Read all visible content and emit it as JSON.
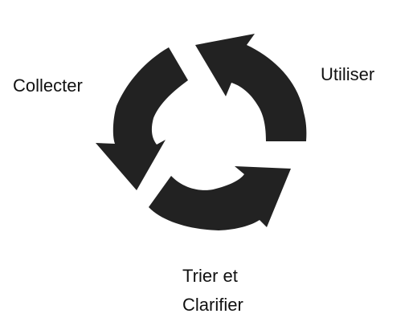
{
  "diagram": {
    "labels": {
      "collect": "Collecter",
      "use": "Utiliser",
      "sort_line1": "Trier et",
      "sort_line2": "Clarifier"
    },
    "colors": {
      "arrow": "#222222",
      "text": "#111111",
      "background": "#ffffff"
    },
    "icons": [
      "circular-arrow-icon"
    ]
  }
}
